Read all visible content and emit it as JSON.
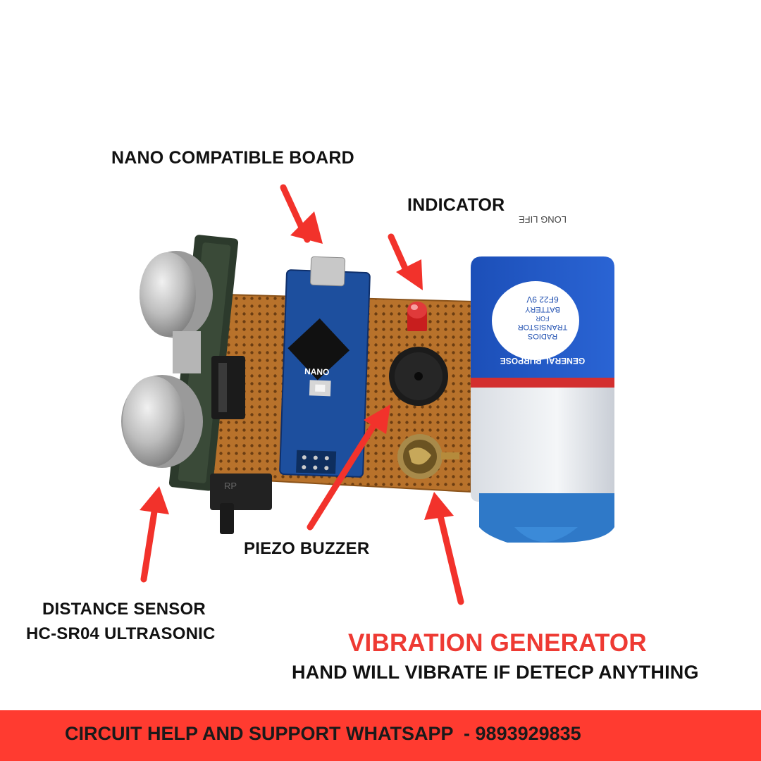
{
  "labels": {
    "nano_board": "NANO COMPATIBLE BOARD",
    "indicator": "INDICATOR",
    "piezo_buzzer": "PIEZO BUZZER",
    "distance_sensor_line1": "DISTANCE SENSOR",
    "distance_sensor_line2": "HC-SR04 ULTRASONIC",
    "vibration_title": "VIBRATION GENERATOR",
    "vibration_desc": "HAND WILL VIBRATE IF DETECP ANYTHING"
  },
  "footer": {
    "text": "CIRCUIT HELP AND SUPPORT WHATSAPP  - 9893929835",
    "bg_color": "#ff3b30"
  },
  "battery": {
    "brand_line": "GENERAL PURPOSE",
    "model": "6F22 9V",
    "type": "BATTERY",
    "for": "FOR",
    "use1": "TRANSISTOR",
    "use2": "RADIOS",
    "tagline": "LONG LIFE"
  },
  "board": {
    "model": "NANO",
    "switch_label": "RP"
  },
  "colors": {
    "arrow": "#f2322b",
    "accent_text": "#ee3a33",
    "label_text": "#111111",
    "perfboard": "#b9732a",
    "nano_pcb": "#1d4f9e",
    "battery_blue": "#1f56c0"
  },
  "icons": [
    "arrow-icon"
  ]
}
